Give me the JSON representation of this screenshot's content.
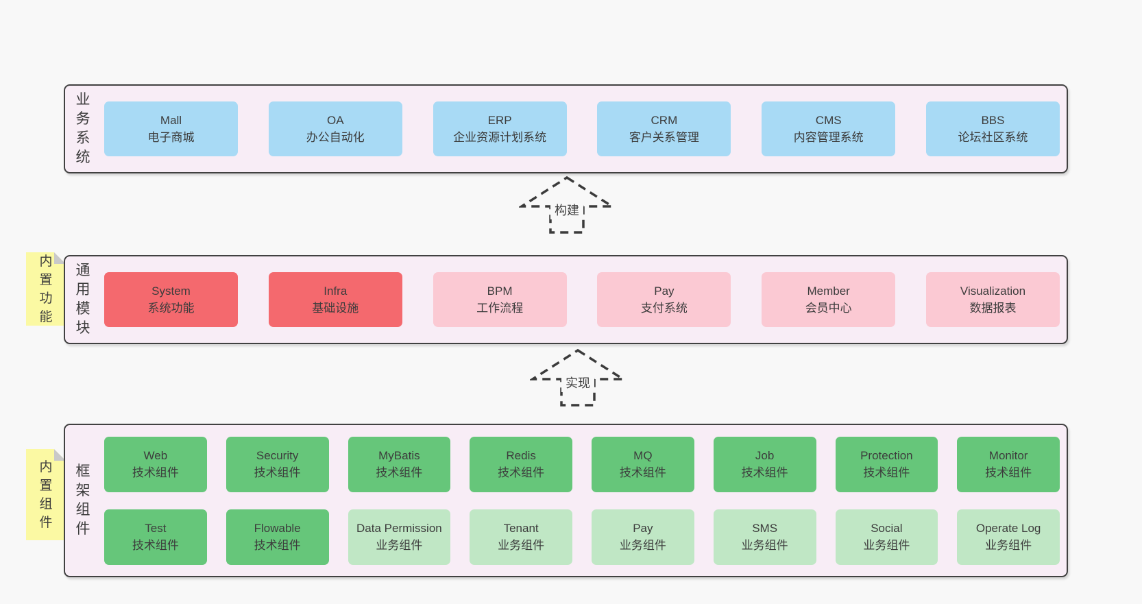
{
  "colors": {
    "page-bg": "#f8f8f8",
    "panel-bg": "#f8edf6",
    "panel-border": "#414141",
    "text": "#3c3c3c",
    "blue": "#a8daf5",
    "red": "#f4696e",
    "pink": "#fbc9d3",
    "green": "#66c67a",
    "lightgreen": "#c0e7c5",
    "yellow": "#fbf9a3",
    "fold": "#c9c9c9"
  },
  "sections": {
    "business": {
      "label": "业务系统",
      "items": [
        {
          "name": "Mall",
          "desc": "电子商城",
          "variant": "blue"
        },
        {
          "name": "OA",
          "desc": "办公自动化",
          "variant": "blue"
        },
        {
          "name": "ERP",
          "desc": "企业资源计划系统",
          "variant": "blue"
        },
        {
          "name": "CRM",
          "desc": "客户关系管理",
          "variant": "blue"
        },
        {
          "name": "CMS",
          "desc": "内容管理系统",
          "variant": "blue"
        },
        {
          "name": "BBS",
          "desc": "论坛社区系统",
          "variant": "blue"
        }
      ]
    },
    "arrow_build": {
      "label": "构建"
    },
    "common": {
      "label": "通用模块",
      "note": "内置功能",
      "items": [
        {
          "name": "System",
          "desc": "系统功能",
          "variant": "red"
        },
        {
          "name": "Infra",
          "desc": "基础设施",
          "variant": "red"
        },
        {
          "name": "BPM",
          "desc": "工作流程",
          "variant": "pink"
        },
        {
          "name": "Pay",
          "desc": "支付系统",
          "variant": "pink"
        },
        {
          "name": "Member",
          "desc": "会员中心",
          "variant": "pink"
        },
        {
          "name": "Visualization",
          "desc": "数据报表",
          "variant": "pink"
        }
      ]
    },
    "arrow_implement": {
      "label": "实现"
    },
    "framework": {
      "label": "框架组件",
      "note": "内置组件",
      "items": [
        {
          "name": "Web",
          "desc": "技术组件",
          "variant": "green"
        },
        {
          "name": "Security",
          "desc": "技术组件",
          "variant": "green"
        },
        {
          "name": "MyBatis",
          "desc": "技术组件",
          "variant": "green"
        },
        {
          "name": "Redis",
          "desc": "技术组件",
          "variant": "green"
        },
        {
          "name": "MQ",
          "desc": "技术组件",
          "variant": "green"
        },
        {
          "name": "Job",
          "desc": "技术组件",
          "variant": "green"
        },
        {
          "name": "Protection",
          "desc": "技术组件",
          "variant": "green"
        },
        {
          "name": "Monitor",
          "desc": "技术组件",
          "variant": "green"
        },
        {
          "name": "Test",
          "desc": "技术组件",
          "variant": "green"
        },
        {
          "name": "Flowable",
          "desc": "技术组件",
          "variant": "green"
        },
        {
          "name": "Data Permission",
          "desc": "业务组件",
          "variant": "lightgreen"
        },
        {
          "name": "Tenant",
          "desc": "业务组件",
          "variant": "lightgreen"
        },
        {
          "name": "Pay",
          "desc": "业务组件",
          "variant": "lightgreen"
        },
        {
          "name": "SMS",
          "desc": "业务组件",
          "variant": "lightgreen"
        },
        {
          "name": "Social",
          "desc": "业务组件",
          "variant": "lightgreen"
        },
        {
          "name": "Operate Log",
          "desc": "业务组件",
          "variant": "lightgreen"
        }
      ]
    }
  }
}
